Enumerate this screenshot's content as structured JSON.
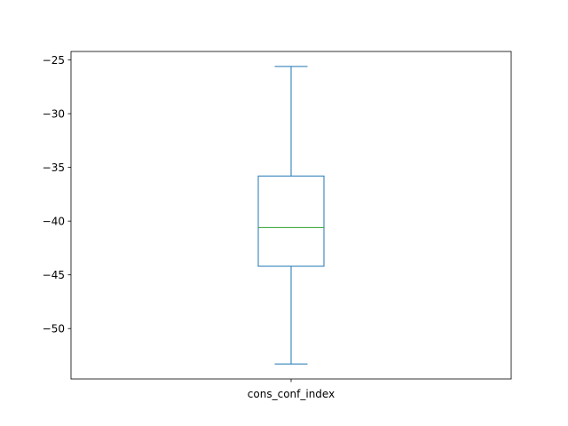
{
  "chart_data": {
    "type": "box",
    "title": "",
    "xlabel": "",
    "ylabel": "",
    "categories": [
      "cons_conf_index"
    ],
    "series": [
      {
        "name": "cons_conf_index",
        "whisker_low": -53.3,
        "q1": -44.2,
        "median": -40.6,
        "q3": -35.8,
        "whisker_high": -25.6
      }
    ],
    "ylim": [
      -54.69,
      -24.21
    ],
    "yticks": [
      -50,
      -45,
      -40,
      -35,
      -30,
      -25
    ],
    "ytick_labels": [
      "−50",
      "−45",
      "−40",
      "−35",
      "−30",
      "−25"
    ],
    "grid": false,
    "colors": {
      "box": "#1f77b4",
      "median": "#2ca02c",
      "axes": "#000000"
    }
  }
}
